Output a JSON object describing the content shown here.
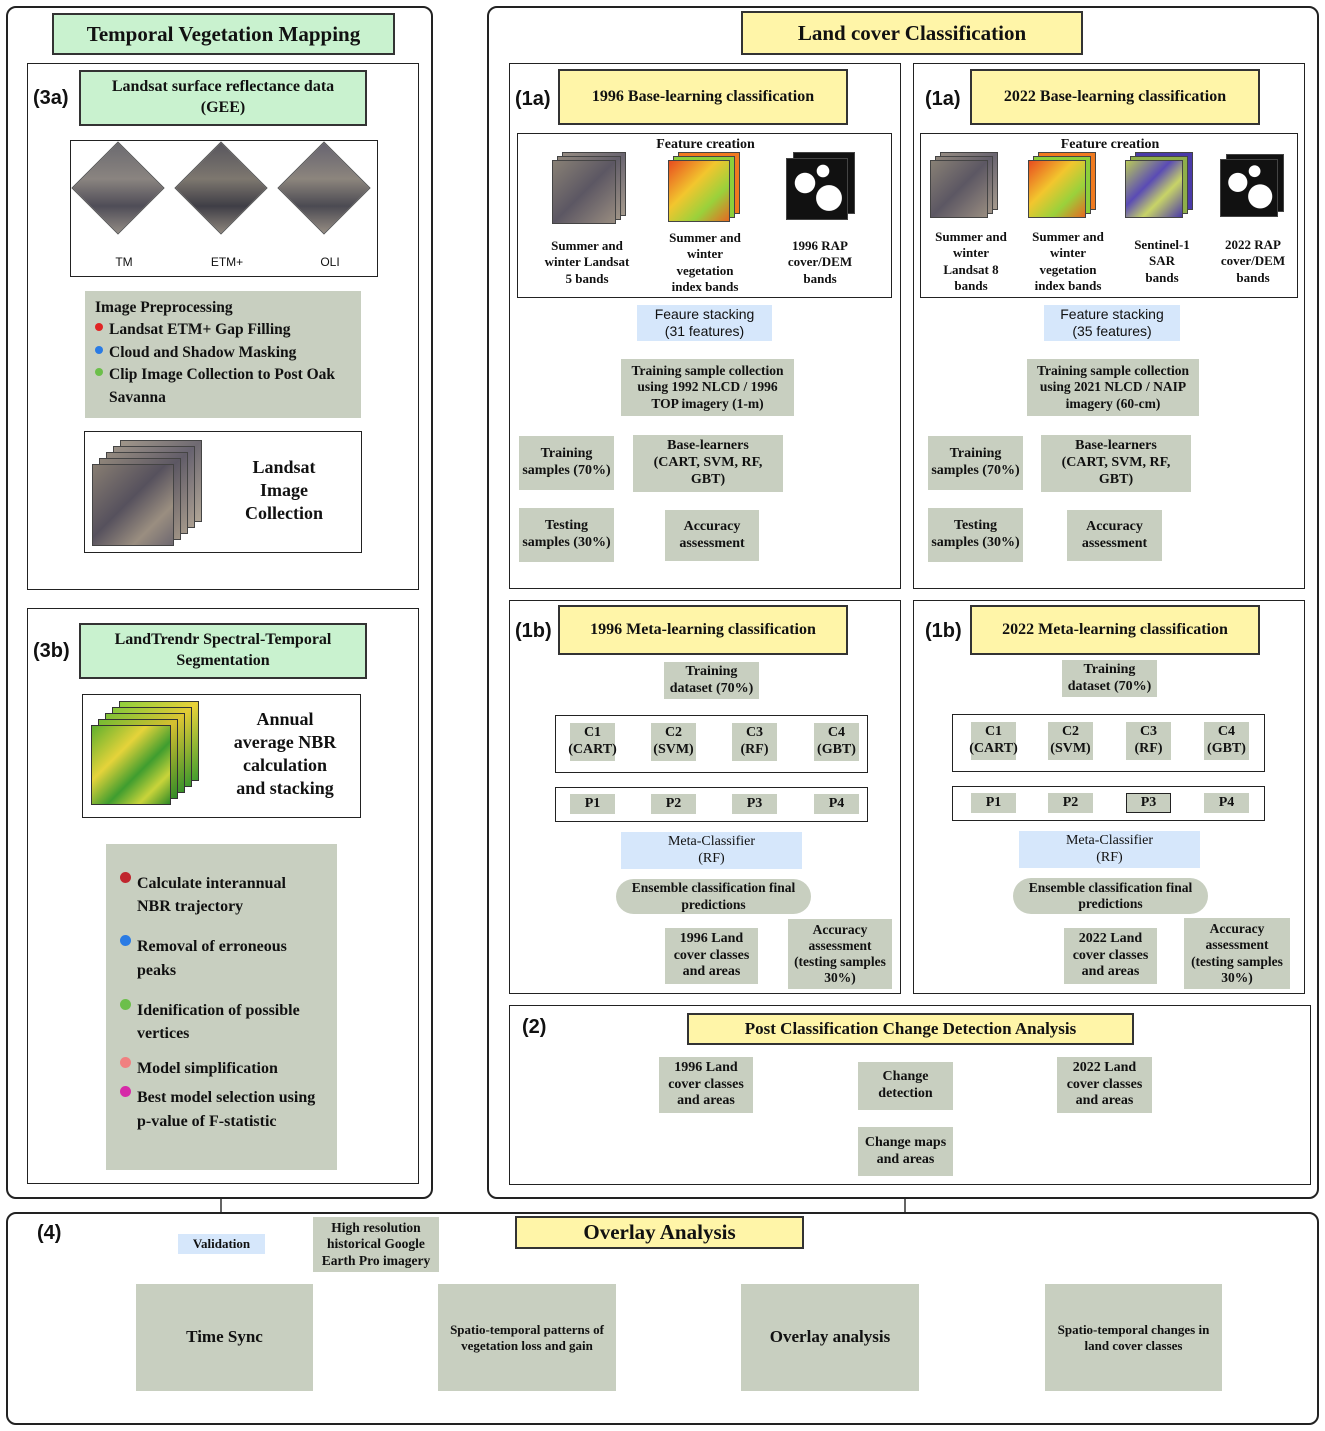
{
  "temporal": {
    "title": "Temporal Vegetation Mapping",
    "s3a": {
      "label": "(3a)",
      "source_title": "Landsat surface reflectance data\n(GEE)",
      "sensors": [
        "TM",
        "ETM+",
        "OLI"
      ],
      "preproc_title": "Image Preprocessing",
      "preproc_items": [
        {
          "text": "Landsat ETM+ Gap Filling",
          "color": "#e02424"
        },
        {
          "text": "Cloud and Shadow Masking",
          "color": "#2a7be4"
        },
        {
          "text": "Clip Image Collection to Post Oak Savanna",
          "color": "#6cbf4a"
        }
      ],
      "collection_label": "Landsat\nImage\nCollection"
    },
    "s3b": {
      "label": "(3b)",
      "title": "LandTrendr Spectral-Temporal\nSegmentation",
      "nbr_label": "Annual\naverage NBR\ncalculation\nand stacking",
      "steps": [
        {
          "text": "Calculate interannual NBR trajectory",
          "color": "#c0262e"
        },
        {
          "text": "Removal of erroneous peaks",
          "color": "#2a7be4"
        },
        {
          "text": "Idenification of possible vertices",
          "color": "#6cbf4a"
        },
        {
          "text": "Model simplification",
          "color": "#f08080"
        },
        {
          "text": "Best model selection using p-value of F-statistic",
          "color": "#d62aa8"
        }
      ]
    }
  },
  "landcover": {
    "title": "Land cover Classification",
    "base": [
      {
        "label": "(1a)",
        "title": "1996 Base-learning classification",
        "feature_title": "Feature creation",
        "features": [
          "Summer and\nwinter Landsat\n5 bands",
          "Summer and\nwinter\nvegetation\nindex bands",
          "1996 RAP\ncover/DEM\nbands"
        ],
        "stacking": "Feaure stacking\n(31 features)",
        "training_collection": "Training sample collection\nusing  1992 NLCD / 1996\nTOP imagery (1-m)",
        "training_samples": "Training\nsamples (70%)",
        "base_learners": "Base-learners\n(CART, SVM, RF,\nGBT)",
        "testing_samples": "Testing\nsamples (30%)",
        "accuracy": "Accuracy\nassessment"
      },
      {
        "label": "(1a)",
        "title": "2022 Base-learning classification",
        "feature_title": "Feature creation",
        "features": [
          "Summer and\nwinter\nLandsat 8\nbands",
          "Summer and\nwinter\nvegetation\nindex bands",
          "Sentinel-1\nSAR\nbands",
          "2022 RAP\ncover/DEM\nbands"
        ],
        "stacking": "Feature stacking\n(35 features)",
        "training_collection": "Training sample collection\nusing  2021 NLCD / NAIP\nimagery (60-cm)",
        "training_samples": "Training\nsamples (70%)",
        "base_learners": "Base-learners\n(CART, SVM, RF,\nGBT)",
        "testing_samples": "Testing\nsamples (30%)",
        "accuracy": "Accuracy\nassessment"
      }
    ],
    "meta": [
      {
        "label": "(1b)",
        "title": "1996 Meta-learning classification",
        "dataset": "Training\ndataset (70%)",
        "classifiers": [
          "C1\n(CART)",
          "C2\n(SVM)",
          "C3\n(RF)",
          "C4\n(GBT)"
        ],
        "predictions": [
          "P1",
          "P2",
          "P3",
          "P4"
        ],
        "meta_classifier": "Meta-Classifier\n(RF)",
        "ensemble": "Ensemble classification final\npredictions",
        "result": "1996 Land\ncover classes\nand areas",
        "accuracy": "Accuracy\nassessment\n(testing samples\n30%)"
      },
      {
        "label": "(1b)",
        "title": "2022 Meta-learning classification",
        "dataset": "Training\ndataset (70%)",
        "classifiers": [
          "C1\n(CART)",
          "C2\n(SVM)",
          "C3\n(RF)",
          "C4\n(GBT)"
        ],
        "predictions": [
          "P1",
          "P2",
          "P3",
          "P4"
        ],
        "meta_classifier": "Meta-Classifier\n(RF)",
        "ensemble": "Ensemble classification final\npredictions",
        "result": "2022 Land\ncover classes\nand areas",
        "accuracy": "Accuracy\nassessment\n(testing samples\n30%)"
      }
    ],
    "change": {
      "label": "(2)",
      "title": "Post Classification Change Detection Analysis",
      "left": "1996 Land\ncover classes\nand areas",
      "center": "Change\ndetection",
      "right": "2022 Land\ncover classes\nand areas",
      "maps": "Change maps\nand areas"
    }
  },
  "overlay": {
    "label": "(4)",
    "title": "Overlay Analysis",
    "validation": "Validation",
    "imagery": "High resolution\nhistorical Google\nEarth Pro imagery",
    "flow": [
      "Time Sync",
      "Spatio-temporal patterns of\nvegetation loss and gain",
      "Overlay analysis",
      "Spatio-temporal changes in\nland cover classes"
    ]
  }
}
